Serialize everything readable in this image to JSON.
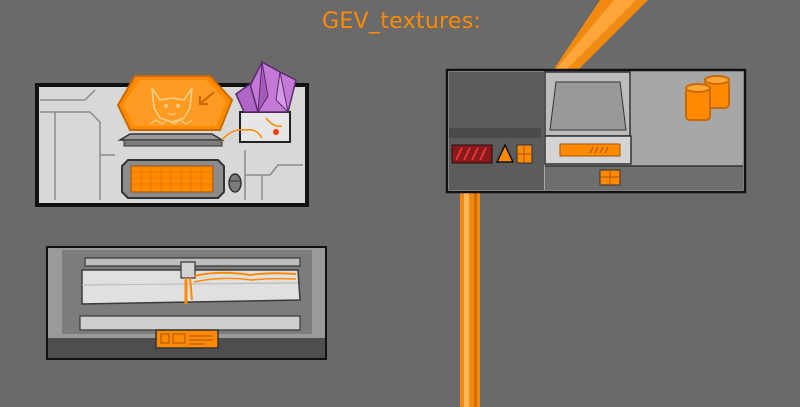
{
  "page": {
    "title": "GEV_textures:"
  },
  "colors": {
    "background": "#6a6a6a",
    "accent": "#ff8a00",
    "outline": "#111111",
    "panel_light": "#d9d9d9",
    "panel_mid": "#a7a7a7",
    "panel_dark": "#5a5a5a",
    "crystal": "#c27ad6"
  },
  "textures": [
    {
      "name": "hologram-console",
      "icons": [
        "creature-hologram-icon",
        "crystal-icon",
        "mouse-icon",
        "keyboard-screen-icon"
      ]
    },
    {
      "name": "conduit-machine",
      "icons": [
        "cable-icon",
        "control-panel-icon"
      ]
    },
    {
      "name": "wall-terminal",
      "icons": [
        "barrels-icon",
        "warning-triangle-icon",
        "vent-icon",
        "screen-icon"
      ]
    }
  ]
}
